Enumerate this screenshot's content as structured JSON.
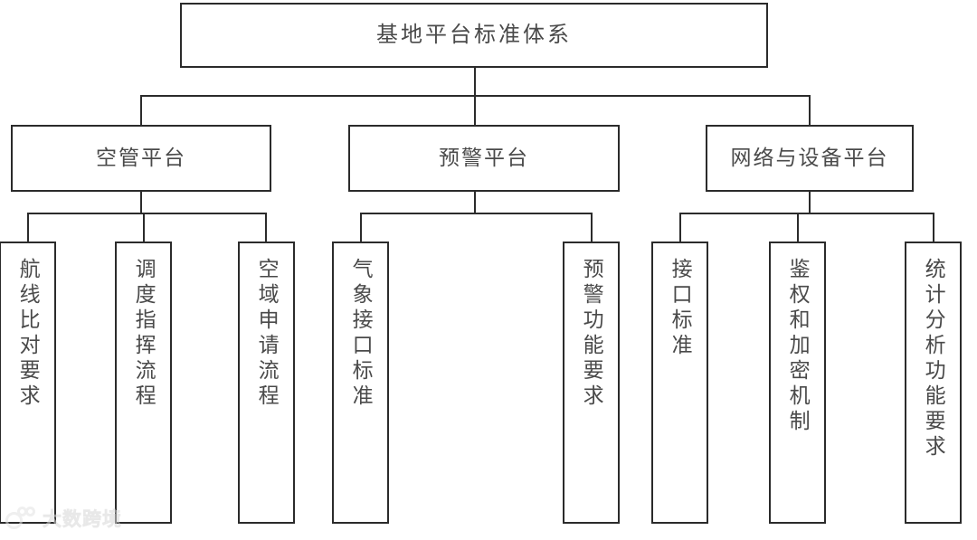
{
  "diagram": {
    "type": "tree",
    "title": "基地平台标准体系",
    "root": {
      "label": "基地平台标准体系"
    },
    "level2": [
      {
        "label": "空管平台"
      },
      {
        "label": "预警平台"
      },
      {
        "label": "网络与设备平台"
      }
    ],
    "level3": [
      {
        "label": "航线比对要求",
        "parent": "空管平台"
      },
      {
        "label": "调度指挥流程",
        "parent": "空管平台"
      },
      {
        "label": "空域申请流程",
        "parent": "空管平台"
      },
      {
        "label": "气象接口标准",
        "parent": "预警平台"
      },
      {
        "label": "预警功能要求",
        "parent": "预警平台"
      },
      {
        "label": "接口标准",
        "parent": "网络与设备平台"
      },
      {
        "label": "鉴权和加密机制",
        "parent": "网络与设备平台"
      },
      {
        "label": "统计分析功能要求",
        "parent": "网络与设备平台"
      }
    ],
    "colors": {
      "border": "#2b2b2b",
      "text": "#4a4a4a",
      "background": "#ffffff",
      "watermark": "#e6e6e6"
    }
  },
  "watermark": {
    "text": "大数跨境"
  }
}
